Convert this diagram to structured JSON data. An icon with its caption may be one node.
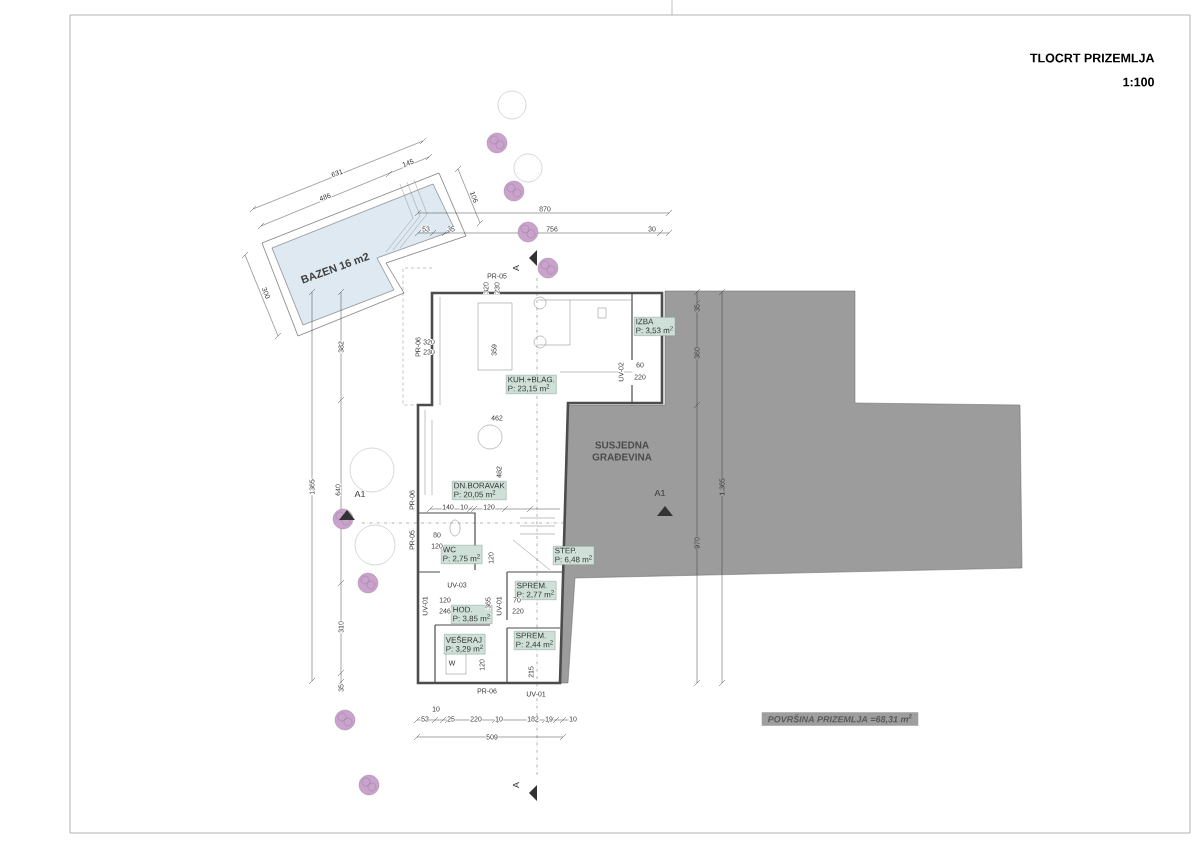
{
  "diagram": {
    "title": "TLOCRT PRIZEMLJA",
    "nodes": [
      {
        "text": [
          "BAZEN 16 m2"
        ]
      },
      {
        "text": [
          "IZBA",
          "P: 3,53 m$^{2}$"
        ]
      },
      {
        "text": [
          "KUH.+BLAG.",
          "P: 23,15 m$^{2}$"
        ]
      },
      {
        "text": [
          "SUSJEDNA GRAĐEVINA"
        ]
      },
      {
        "text": [
          "DN.BORAVAK",
          "P: 20,05 m$^{2}$"
        ]
      },
      {
        "text": [
          "WC",
          "P: 2,75 m$^{2}$"
        ]
      },
      {
        "text": [
          "STEP.",
          "P: 6,48 m$^{2}$"
        ]
      },
      {
        "text": [
          "SPREM.",
          "P: 2,77 m$^{2}$"
        ]
      },
      {
        "text": [
          "HOD.",
          "P: 3,85 m$^{2}$"
        ]
      },
      {
        "text": [
          "VEŠERAJ",
          "P: 3,29 m$^{2}$"
        ]
      },
      {
        "text": [
          "SPREM.",
          "P: 2,44 m$^{2}$"
        ]
      },
      {
        "text": [
          "POVRŠINA PRIZEMLJA =68,31 m$^{2}$"
        ]
      }
    ],
    "labels": [
      "1:100",
      "145",
      "631",
      "486",
      "106",
      "870",
      "53",
      "35",
      "756",
      "30",
      "A",
      "PR-05",
      "300",
      "320",
      "230",
      "35",
      "382",
      "PR-06",
      "320",
      "230",
      "359",
      "360",
      "UV-02",
      "60",
      "220",
      "462",
      "482",
      "1365",
      "640",
      "A1",
      "A1",
      "1.365",
      "PR-06",
      "140",
      "10",
      "120",
      "PR-05",
      "80",
      "120",
      "970",
      "120",
      "UV-03",
      "UV-01",
      "120",
      "246",
      "365",
      "UV-01",
      "70",
      "220",
      "310",
      "W",
      "120",
      "215",
      "35",
      "PR-06",
      "UV-01",
      "10",
      "53",
      "25",
      "220",
      "10",
      "182",
      "19",
      "10",
      "509",
      "A"
    ]
  }
}
